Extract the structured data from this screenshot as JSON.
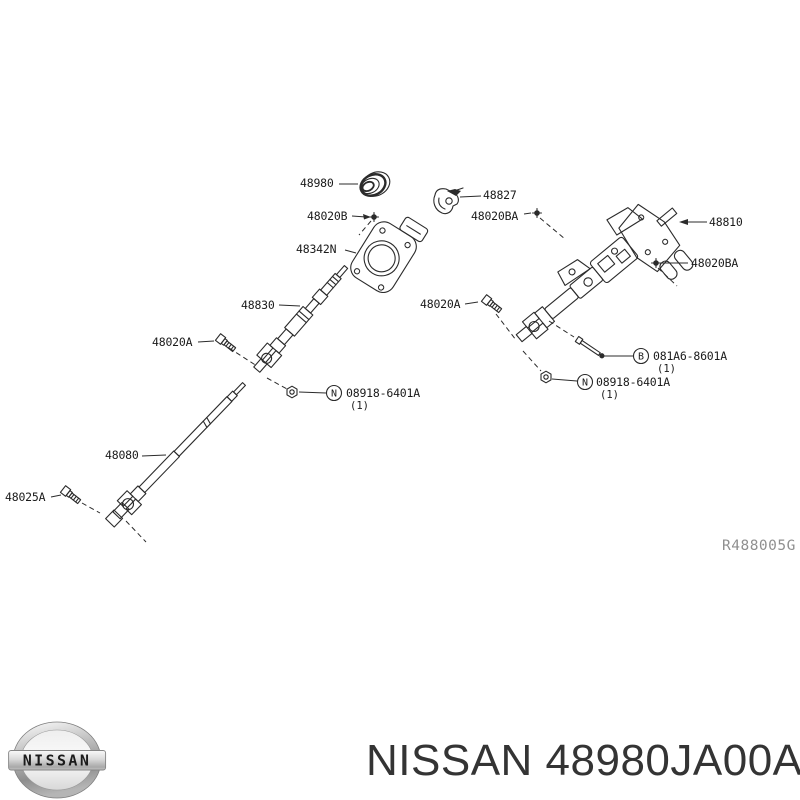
{
  "branding": {
    "logo_text": "NISSAN",
    "part_title": "NISSAN 48980JA00A"
  },
  "diagram": {
    "ref_code": "R488005G",
    "labels": {
      "cap": "48980",
      "clamp": "48827",
      "screw_b": "48020B",
      "screw_ba_top": "48020BA",
      "column": "48810",
      "housing": "48342N",
      "screw_ba_right": "48020BA",
      "upper_shaft": "48830",
      "bolt_a_left": "48020A",
      "bolt_a_right": "48020A",
      "lower_shaft": "48080",
      "bolt_25a": "48025A",
      "callout_b_letter": "B",
      "callout_b_part": "081A6-8601A",
      "callout_b_qty": "(1)",
      "callout_n_letter": "N",
      "callout_n_left_part": "08918-6401A",
      "callout_n_left_qty": "(1)",
      "callout_n_right_part": "08918-6401A",
      "callout_n_right_qty": "(1)"
    },
    "colors": {
      "line": "#2b2b2b",
      "ref_text": "#8f8f8f",
      "title_text": "#343434"
    }
  }
}
